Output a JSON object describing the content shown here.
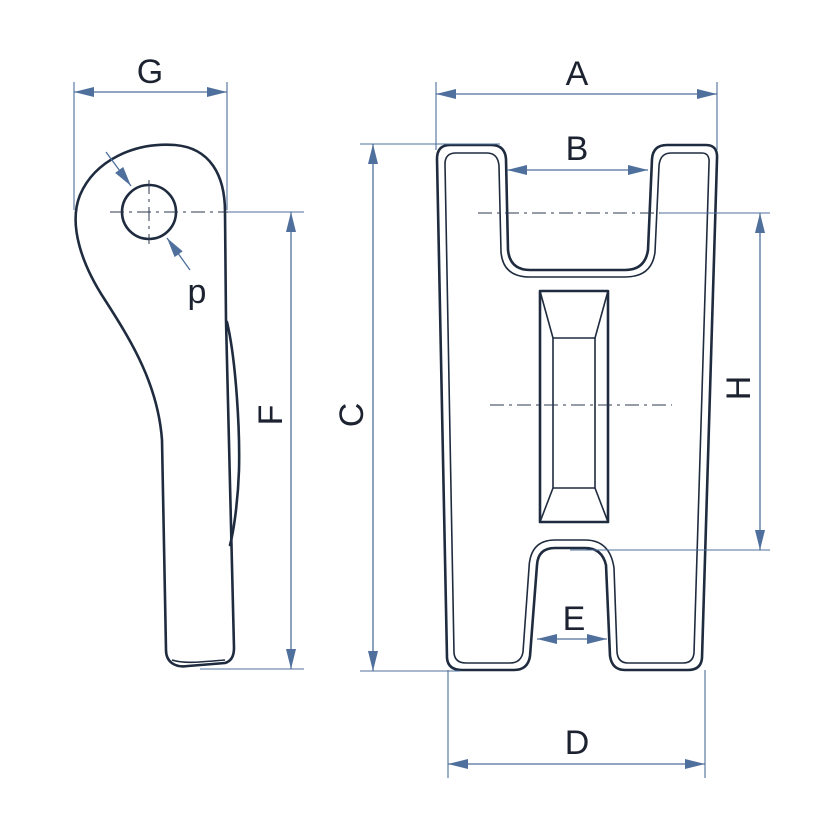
{
  "labels": {
    "G": "G",
    "p": "p",
    "F": "F",
    "C": "C",
    "A": "A",
    "B": "B",
    "H": "H",
    "E": "E",
    "D": "D"
  },
  "colors": {
    "outline": "#1f2b3f",
    "dimension": "#4f6f9c",
    "background": "#ffffff"
  }
}
